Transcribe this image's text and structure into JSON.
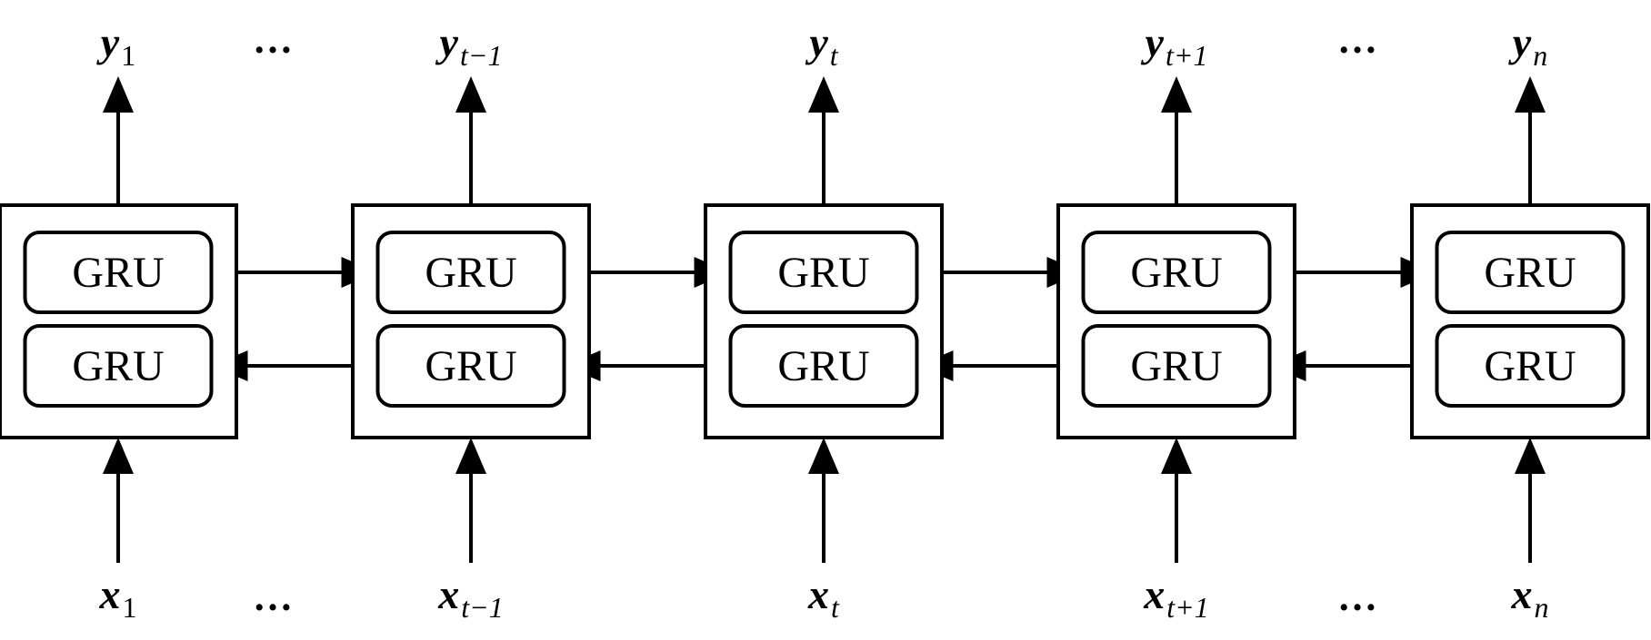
{
  "gru_label": "GRU",
  "ellipsis": "…",
  "columns": [
    {
      "output": {
        "var": "y",
        "sub": "1",
        "sub_italic": false
      },
      "input": {
        "var": "x",
        "sub": "1",
        "sub_italic": false
      }
    },
    {
      "output": {
        "var": "y",
        "sub": "t−1",
        "sub_italic": true
      },
      "input": {
        "var": "x",
        "sub": "t−1",
        "sub_italic": true
      }
    },
    {
      "output": {
        "var": "y",
        "sub": "t",
        "sub_italic": true
      },
      "input": {
        "var": "x",
        "sub": "t",
        "sub_italic": true
      }
    },
    {
      "output": {
        "var": "y",
        "sub": "t+1",
        "sub_italic": true
      },
      "input": {
        "var": "x",
        "sub": "t+1",
        "sub_italic": true
      }
    },
    {
      "output": {
        "var": "y",
        "sub": "n",
        "sub_italic": true
      },
      "input": {
        "var": "x",
        "sub": "n",
        "sub_italic": true
      }
    }
  ]
}
